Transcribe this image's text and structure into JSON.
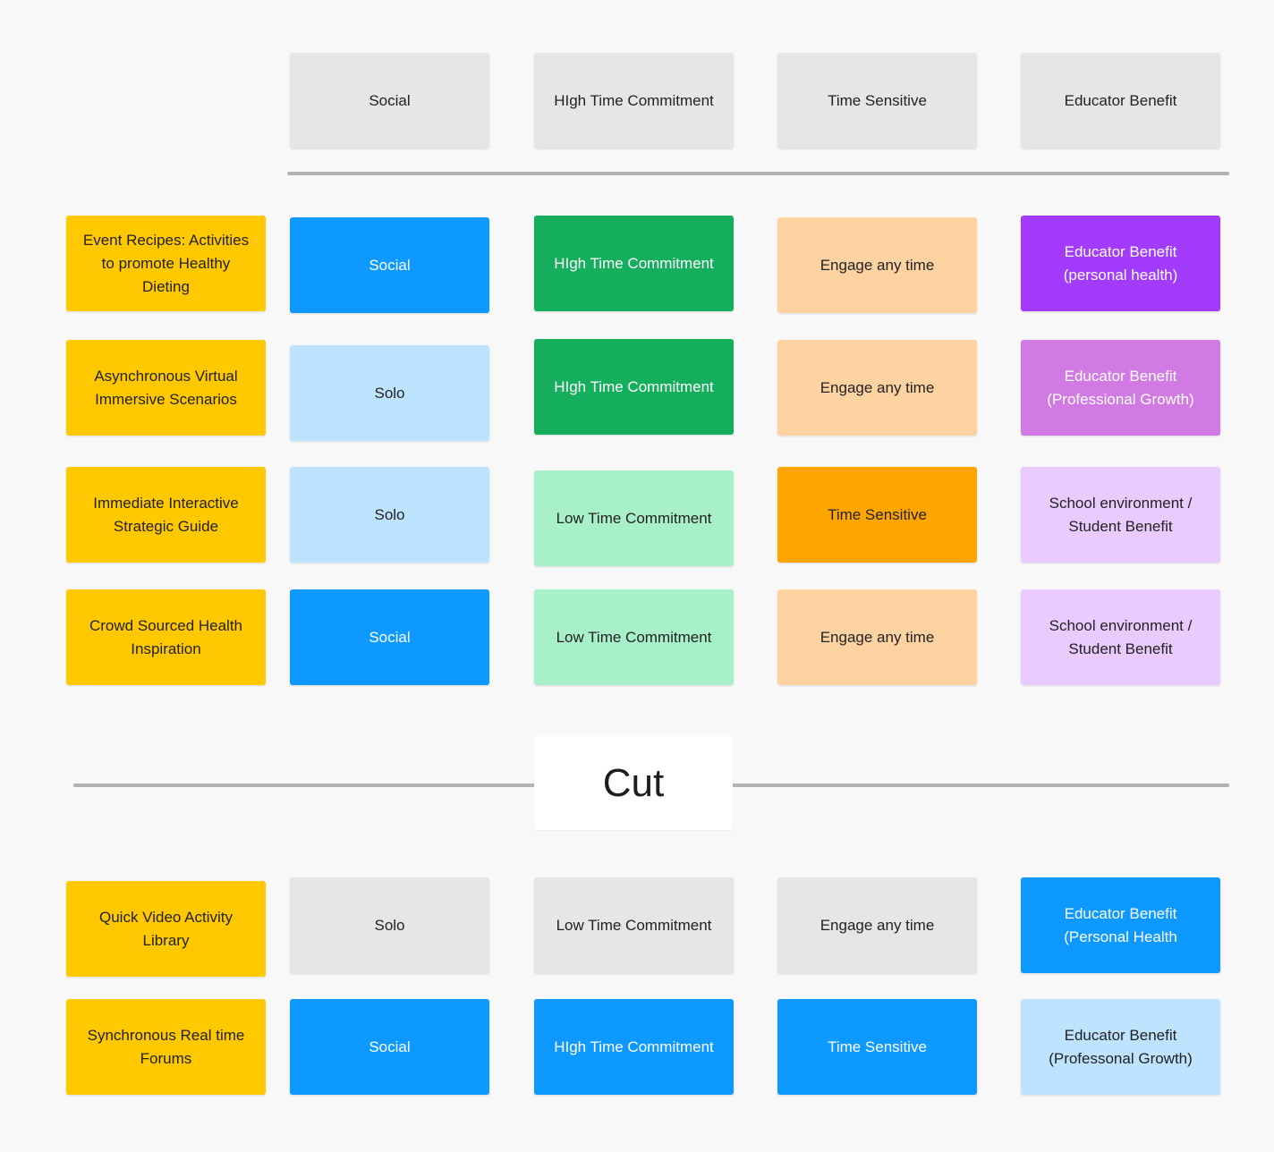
{
  "header": {
    "social": "Social",
    "time_commitment": "HIgh Time Commitment",
    "time_sensitive": "Time Sensitive",
    "educator_benefit": "Educator Benefit"
  },
  "rows": [
    {
      "activity": "Event Recipes: Activities\nto promote Healthy\nDieting",
      "social": "Social",
      "commitment": "HIgh Time Commitment",
      "timing": "Engage any time",
      "benefit": "Educator Benefit\n(personal health)"
    },
    {
      "activity": "Asynchronous Virtual\nImmersive Scenarios",
      "social": "Solo",
      "commitment": "HIgh Time Commitment",
      "timing": "Engage any time",
      "benefit": "Educator Benefit\n(Professional Growth)"
    },
    {
      "activity": "Immediate Interactive\nStrategic Guide",
      "social": "Solo",
      "commitment": "Low Time Commitment",
      "timing": "Time Sensitive",
      "benefit": "School environment /\nStudent Benefit"
    },
    {
      "activity": "Crowd Sourced Health\nInspiration",
      "social": "Social",
      "commitment": "Low Time Commitment",
      "timing": "Engage any time",
      "benefit": "School environment /\nStudent Benefit"
    }
  ],
  "cut_label": "Cut",
  "cut_rows": [
    {
      "activity": "Quick Video Activity\nLibrary",
      "social": "Solo",
      "commitment": "Low Time Commitment",
      "timing": "Engage any time",
      "benefit": "Educator Benefit\n(Personal Health"
    },
    {
      "activity": "Synchronous Real time\nForums",
      "social": "Social",
      "commitment": "HIgh Time Commitment",
      "timing": "Time Sensitive",
      "benefit": "Educator Benefit\n(Professonal Growth)"
    }
  ],
  "colors": {
    "background": "#f8f8f8",
    "header_gray": "#e6e6e6",
    "activity_yellow": "#ffc800",
    "social_blue": "#0d99ff",
    "solo_light_blue": "#bde3ff",
    "high_commitment_green": "#14ae5c",
    "low_commitment_mint": "#a8f0c8",
    "engage_peach": "#ffd3a1",
    "time_sensitive_orange": "#ffa500",
    "benefit_purple": "#a33bfd",
    "benefit_orchid": "#d27ae4",
    "benefit_lavender": "#e9cbff",
    "cut_gray": "#e6e6e6",
    "cut_blue": "#0d99ff",
    "cut_light_blue": "#bde3ff",
    "divider": "#b3b3b3"
  }
}
